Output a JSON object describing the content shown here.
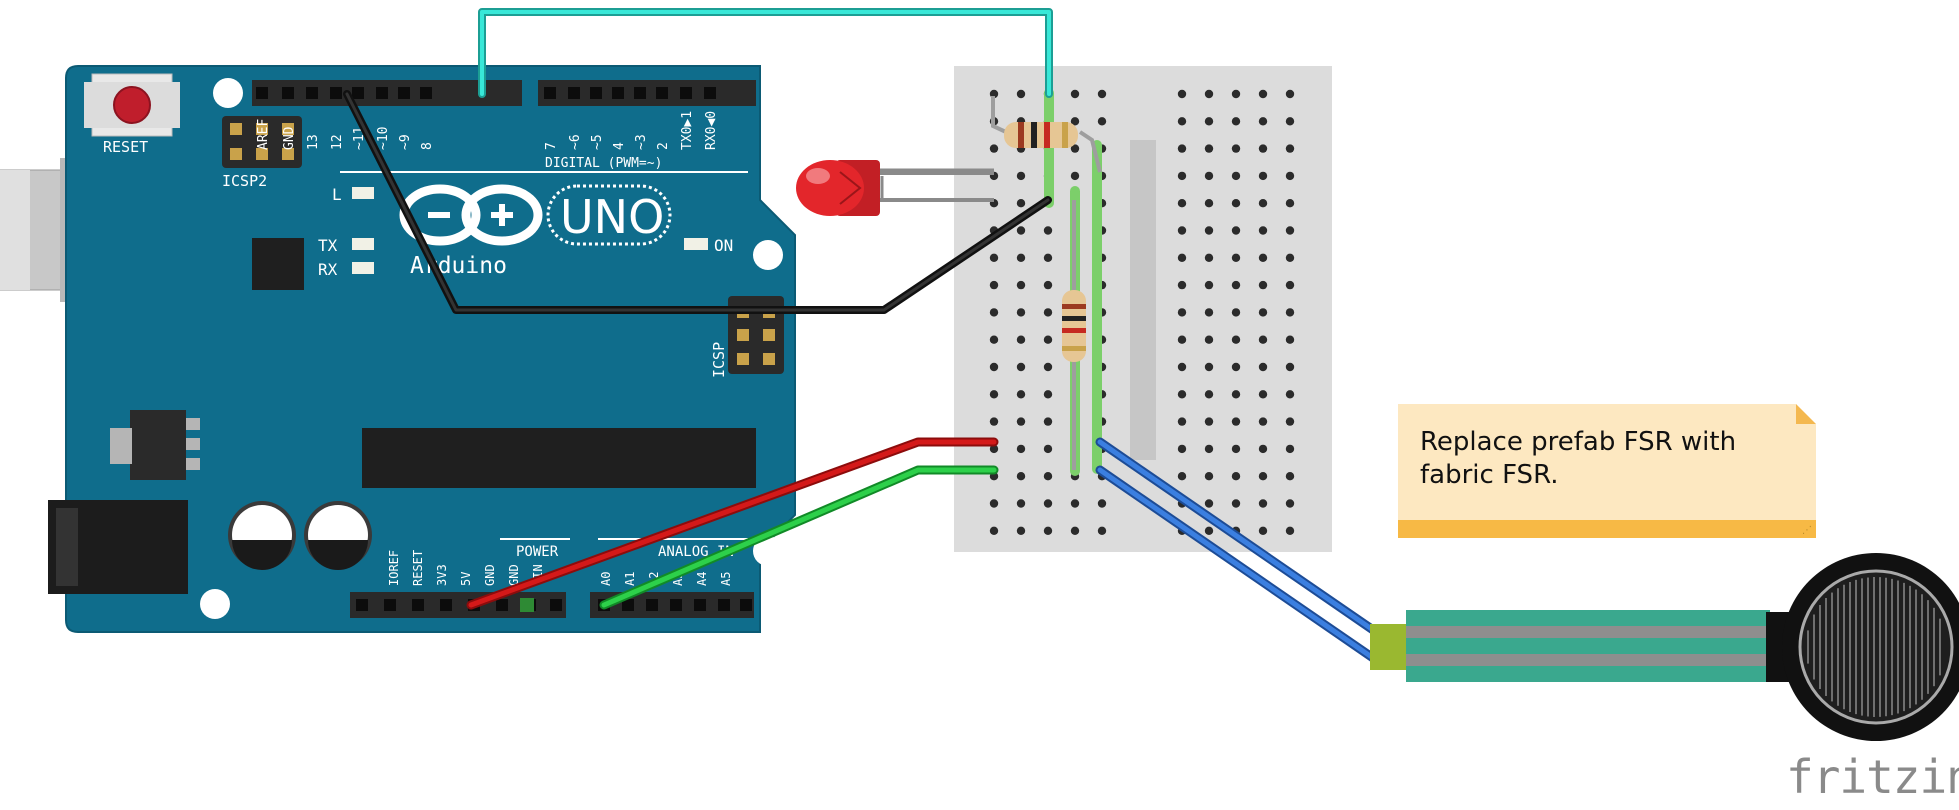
{
  "board": {
    "reset_label": "RESET",
    "icsp2_label": "ICSP2",
    "icsp_label": "ICSP",
    "brand": "Arduino",
    "model": "UNO",
    "on_label": "ON",
    "l_label": "L",
    "tx_label": "TX",
    "rx_label": "RX",
    "digital_label": "DIGITAL (PWM=~)",
    "power_label": "POWER",
    "analog_label": "ANALOG IN",
    "digital_pins": [
      "AREF",
      "GND",
      "13",
      "12",
      "~11",
      "~10",
      "~9",
      "8",
      "7",
      "~6",
      "~5",
      "4",
      "~3",
      "2",
      "TX0▶1",
      "RX0◀0"
    ],
    "power_pins": [
      "IOREF",
      "RESET",
      "3V3",
      "5V",
      "GND",
      "GND",
      "VIN"
    ],
    "analog_pins": [
      "A0",
      "A1",
      "A2",
      "A3",
      "A4",
      "A5"
    ]
  },
  "colors": {
    "board": "#0f6d8c",
    "wire_cyan": "#2ee0d0",
    "wire_black": "#222222",
    "wire_red": "#c81414",
    "wire_green": "#1ec03a",
    "wire_blue": "#2f6fd0",
    "led": "#e3262b",
    "fsr_tail": "#3aa88e"
  },
  "note": {
    "text": "Replace prefab FSR with fabric FSR."
  },
  "watermark": "fritzing"
}
